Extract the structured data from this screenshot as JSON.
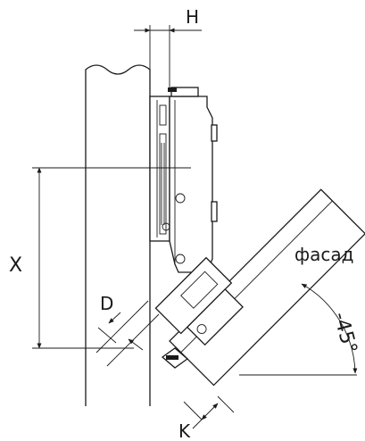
{
  "labels": {
    "h": "H",
    "x": "X",
    "d": "D",
    "k": "K",
    "facade": "фасад",
    "angle": "-45°"
  },
  "colors": {
    "line": "#1a1a1a",
    "background": "#ffffff"
  }
}
